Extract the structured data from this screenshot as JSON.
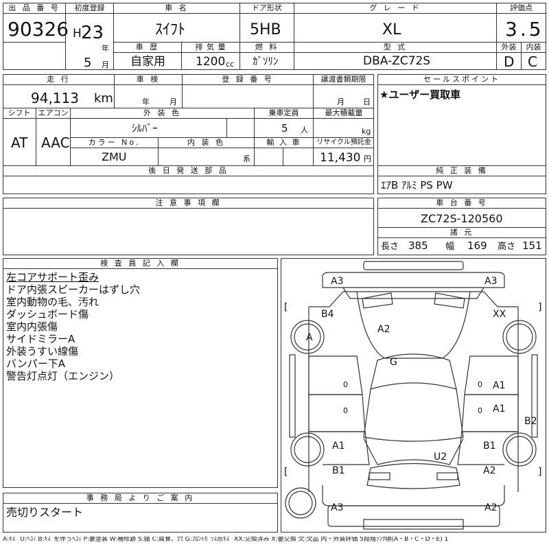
{
  "header": {
    "lot_no_label": "出 品 番 号",
    "lot_no": "90326",
    "reg_label": "初度登録",
    "era": "H",
    "year": "23",
    "year_unit": "年",
    "month": "5",
    "month_unit": "月",
    "name_label": "車 名",
    "name": "ｽｲﾌﾄ",
    "door_label": "ドア形状",
    "door": "5HB",
    "grade_label": "グ レ ー ド",
    "grade": "XL",
    "score_label": "評価点",
    "score": "3.5",
    "history_label": "車 歴",
    "history": "自家用",
    "displacement_label": "排 気 量",
    "displacement": "1200",
    "displacement_unit": "cc",
    "fuel_label": "燃 料",
    "fuel": "ｶﾞｿﾘﾝ",
    "model_label": "型 式",
    "model": "DBA-ZC72S",
    "ext_label": "外装",
    "ext_grade": "D",
    "int_label": "内装",
    "int_grade": "C"
  },
  "row2": {
    "mileage_label": "走 行",
    "mileage": "94,113",
    "mileage_unit": "km",
    "inspection_label": "車 検",
    "inspection_year_unit": "年",
    "inspection_month_unit": "月",
    "regno_label": "登 録 番 号",
    "transfer_label": "譲渡書類期限",
    "transfer_month_unit": "月",
    "transfer_day_unit": "日",
    "selling_label": "セールスポイント",
    "selling_point": "★ユーザー買取車"
  },
  "row3": {
    "shift_label": "シフト",
    "shift": "AT",
    "aircon_label": "エアコン",
    "aircon": "AAC",
    "ext_color_label": "外 装 色",
    "ext_color": "ｼﾙﾊﾞｰ",
    "seats_label": "乗車定員",
    "seats": "5",
    "seats_unit": "人",
    "load_label": "最大積載量",
    "load_unit": "kg",
    "colorno_label": "カラー No.",
    "colorno": "ZMU",
    "int_color_label": "内 装 色",
    "int_color_unit": "系",
    "import_label": "輸 入 車",
    "recycle_label": "リサイクル預託金",
    "recycle": "11,430",
    "recycle_unit": "円"
  },
  "parts": {
    "later_parts_label": "後 日 発 送 部 品",
    "genuine_label": "純 正 装 備",
    "genuine": "ｴｱB ｱﾙﾐ PS PW"
  },
  "caution": {
    "label": "注 意 事 項 欄",
    "chassis_label": "車 台 番 号",
    "chassis": "ZC72S-120560",
    "dims_label": "諸 元",
    "length_label": "長さ",
    "length": "385",
    "width_label": "幅",
    "width": "169",
    "height_label": "高さ",
    "height": "151"
  },
  "inspector": {
    "label": "検 査 員 記 入 欄",
    "notes": [
      "左コアサポート歪み",
      "ドア内張スピーカーはずし穴",
      "室内動物の毛、汚れ",
      "ダッシュボード傷",
      "室内内張傷",
      "サイドミラーA",
      "外装うすい線傷",
      "バンパー下A",
      "警告灯点灯（エンジン）"
    ]
  },
  "office": {
    "label": "事 務 局 よ り ご 案 内",
    "text": "売切りスタート"
  },
  "diagram": {
    "marks": {
      "front_left_corner": "A3",
      "front_right_corner": "A3",
      "front_left_fender": "B4",
      "front_right_fender": "XX",
      "front_left_wheel": "A",
      "hood": "A2",
      "windshield": "G",
      "right_front_door": "A1",
      "right_rear_door": "A1",
      "right_quarter": "B2",
      "left_rear_fender": "A1",
      "right_rear_fender": "B1",
      "left_rear_quarter": "B1",
      "right_rear_quarter": "A2",
      "tailgate": "U2",
      "rear_left_corner": "A3",
      "rear_right_corner": "A2"
    },
    "bracket_open": "[",
    "bracket_close": "]",
    "zero": "0"
  },
  "legend": "A:ｷｽﾞ U:ﾍｺﾐ B:ｷｽﾞを伴うﾍｺﾐ P:要塗装 W:補修跡 S:錆 C:腐食、穴 G:ﾌﾛﾝﾄｶﾞﾗｽ点ｷｽﾞ XX:交換済み X:要交換 欠:欠品 内・外装評価 5段階ﾗﾝｸ順(A・B・C・D・E) 1"
}
